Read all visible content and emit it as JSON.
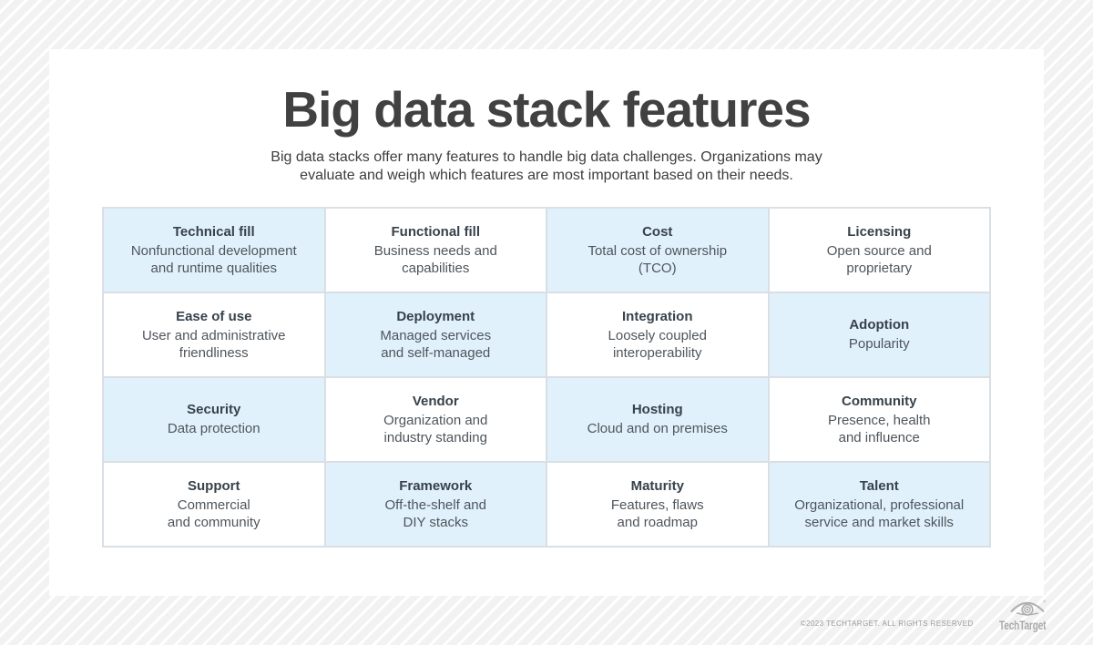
{
  "header": {
    "title": "Big data stack features",
    "subtitle": "Big data stacks offer many features to handle big data challenges. Organizations may\nevaluate and weigh which features are most important based on their needs."
  },
  "grid": {
    "cells": [
      {
        "heading": "Technical fill",
        "body": "Nonfunctional development\nand runtime qualities",
        "highlighted": true
      },
      {
        "heading": "Functional fill",
        "body": "Business needs and\ncapabilities",
        "highlighted": false
      },
      {
        "heading": "Cost",
        "body": "Total cost of ownership\n(TCO)",
        "highlighted": true
      },
      {
        "heading": "Licensing",
        "body": "Open source and\nproprietary",
        "highlighted": false
      },
      {
        "heading": "Ease of use",
        "body": "User and administrative\nfriendliness",
        "highlighted": false
      },
      {
        "heading": "Deployment",
        "body": "Managed services\nand self-managed",
        "highlighted": true
      },
      {
        "heading": "Integration",
        "body": "Loosely coupled\ninteroperability",
        "highlighted": false
      },
      {
        "heading": "Adoption",
        "body": "Popularity",
        "highlighted": true
      },
      {
        "heading": "Security",
        "body": "Data protection",
        "highlighted": true
      },
      {
        "heading": "Vendor",
        "body": "Organization and\nindustry standing",
        "highlighted": false
      },
      {
        "heading": "Hosting",
        "body": "Cloud and on premises",
        "highlighted": true
      },
      {
        "heading": "Community",
        "body": "Presence, health\nand influence",
        "highlighted": false
      },
      {
        "heading": "Support",
        "body": "Commercial\nand community",
        "highlighted": false
      },
      {
        "heading": "Framework",
        "body": "Off-the-shelf and\nDIY stacks",
        "highlighted": true
      },
      {
        "heading": "Maturity",
        "body": "Features, flaws\nand roadmap",
        "highlighted": false
      },
      {
        "heading": "Talent",
        "body": "Organizational, professional\nservice and market skills",
        "highlighted": true
      }
    ]
  },
  "footer": {
    "copyright": "©2023 TECHTARGET. ALL RIGHTS RESERVED",
    "logo_text": "TechTarget",
    "logo_icon": "eye-target-icon",
    "registered_mark": "®"
  },
  "colors": {
    "page_stripe_gray": "#f2f2f2",
    "card_background": "#ffffff",
    "highlight_cell": "#e1f1fb",
    "grid_line": "#d9dfe4",
    "title_text": "#414141",
    "subtitle_text": "#3d3d3d",
    "heading_text": "#37424b",
    "body_text": "#4e555c",
    "footer_gray": "#9b9b9b",
    "logo_gray": "#a9a9a9"
  }
}
